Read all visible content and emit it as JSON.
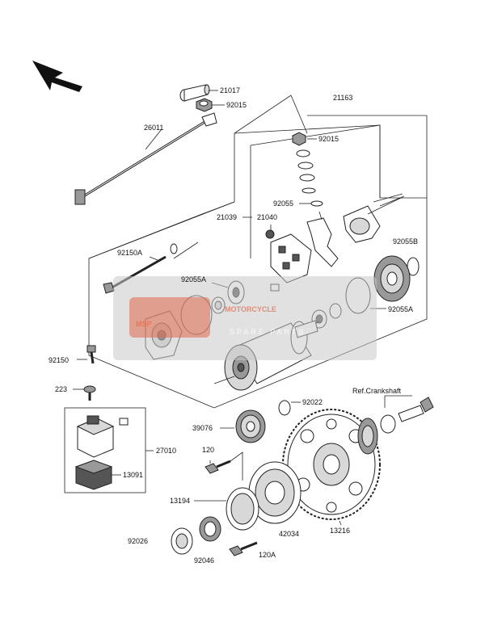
{
  "watermark": {
    "logo_text": "MSP",
    "brand": "MOTORCYCLE",
    "sub": "SPARE PARTS"
  },
  "labels": {
    "p21017": "21017",
    "p92015a": "92015",
    "p21163": "21163",
    "p26011": "26011",
    "p92015b": "92015",
    "p92055": "92055",
    "p21039": "21039",
    "p21040": "21040",
    "p92055b": "92055B",
    "p92150a": "92150A",
    "p92055a_left": "92055A",
    "p92055a_right": "92055A",
    "p92150": "92150",
    "p223": "223",
    "p92022": "92022",
    "ref_crankshaft": "Ref.Crankshaft",
    "p39076": "39076",
    "p27010": "27010",
    "p120": "120",
    "p13091": "13091",
    "p13194": "13194",
    "p42034": "42034",
    "p13216": "13216",
    "p92026": "92026",
    "p92046": "92046",
    "p120a": "120A"
  },
  "colors": {
    "line": "#222222",
    "watermark_accent": "#e06a4a"
  }
}
